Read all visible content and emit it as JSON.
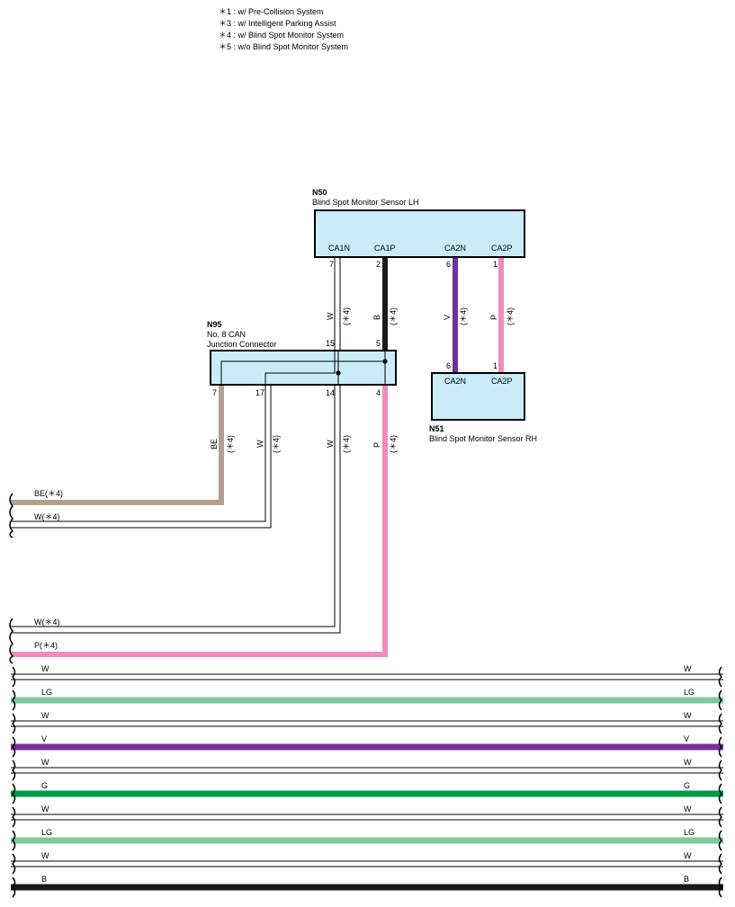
{
  "notes": [
    "＊1 : w/ Pre-Collision System",
    "＊3 : w/ Intelligent Parking Assist",
    "＊4 : w/ Blind Spot Monitor System",
    "＊5 : w/o Blind Spot Monitor System"
  ],
  "colors": {
    "component_fill": "#c9ecf8",
    "W": "#ffffff",
    "B": "#1a1a1a",
    "V": "#74309a",
    "P": "#f08cbc",
    "BE": "#b4a08a",
    "LG": "#7fc99a",
    "G": "#009a48"
  },
  "components": {
    "n50": {
      "code": "N50",
      "name": "Blind Spot Monitor Sensor LH",
      "terminals": [
        "CA1N",
        "CA1P",
        "CA2N",
        "CA2P"
      ],
      "pins": [
        "7",
        "2",
        "6",
        "1"
      ]
    },
    "n95": {
      "code": "N95",
      "name_line1": "No.  8 CAN",
      "name_line2": "Junction Connector",
      "pins_top": [
        "15",
        "5"
      ],
      "pins_bottom": [
        "7",
        "17",
        "14",
        "4"
      ]
    },
    "n51": {
      "code": "N51",
      "name": "Blind Spot Monitor Sensor RH",
      "terminals": [
        "CA2N",
        "CA2P"
      ],
      "pins": [
        "6",
        "1"
      ]
    }
  },
  "wire_tags": {
    "w_ca1n": {
      "color": "W",
      "cond": "(＊4)"
    },
    "b_ca1p": {
      "color": "B",
      "cond": "(＊4)"
    },
    "v_ca2n": {
      "color": "V",
      "cond": "(＊4)"
    },
    "p_ca2p": {
      "color": "P",
      "cond": "(＊4)"
    },
    "be_7": {
      "color": "BE",
      "cond": "(＊4)"
    },
    "w_17": {
      "color": "W",
      "cond": "(＊4)"
    },
    "w_14": {
      "color": "W",
      "cond": "(＊4)"
    },
    "p_4": {
      "color": "P",
      "cond": "(＊4)"
    }
  },
  "left_wires": [
    {
      "label": "BE(＊4)",
      "color": "BE"
    },
    {
      "label": "W(＊4)",
      "color": "W"
    },
    {
      "label": "W(＊4)",
      "color": "W"
    },
    {
      "label": "P(＊4)",
      "color": "P"
    }
  ],
  "bus_wires": [
    {
      "label": "W",
      "color": "W"
    },
    {
      "label": "LG",
      "color": "LG"
    },
    {
      "label": "W",
      "color": "W"
    },
    {
      "label": "V",
      "color": "V"
    },
    {
      "label": "W",
      "color": "W"
    },
    {
      "label": "G",
      "color": "G"
    },
    {
      "label": "W",
      "color": "W"
    },
    {
      "label": "LG",
      "color": "LG"
    },
    {
      "label": "W",
      "color": "W"
    },
    {
      "label": "B",
      "color": "B"
    }
  ]
}
